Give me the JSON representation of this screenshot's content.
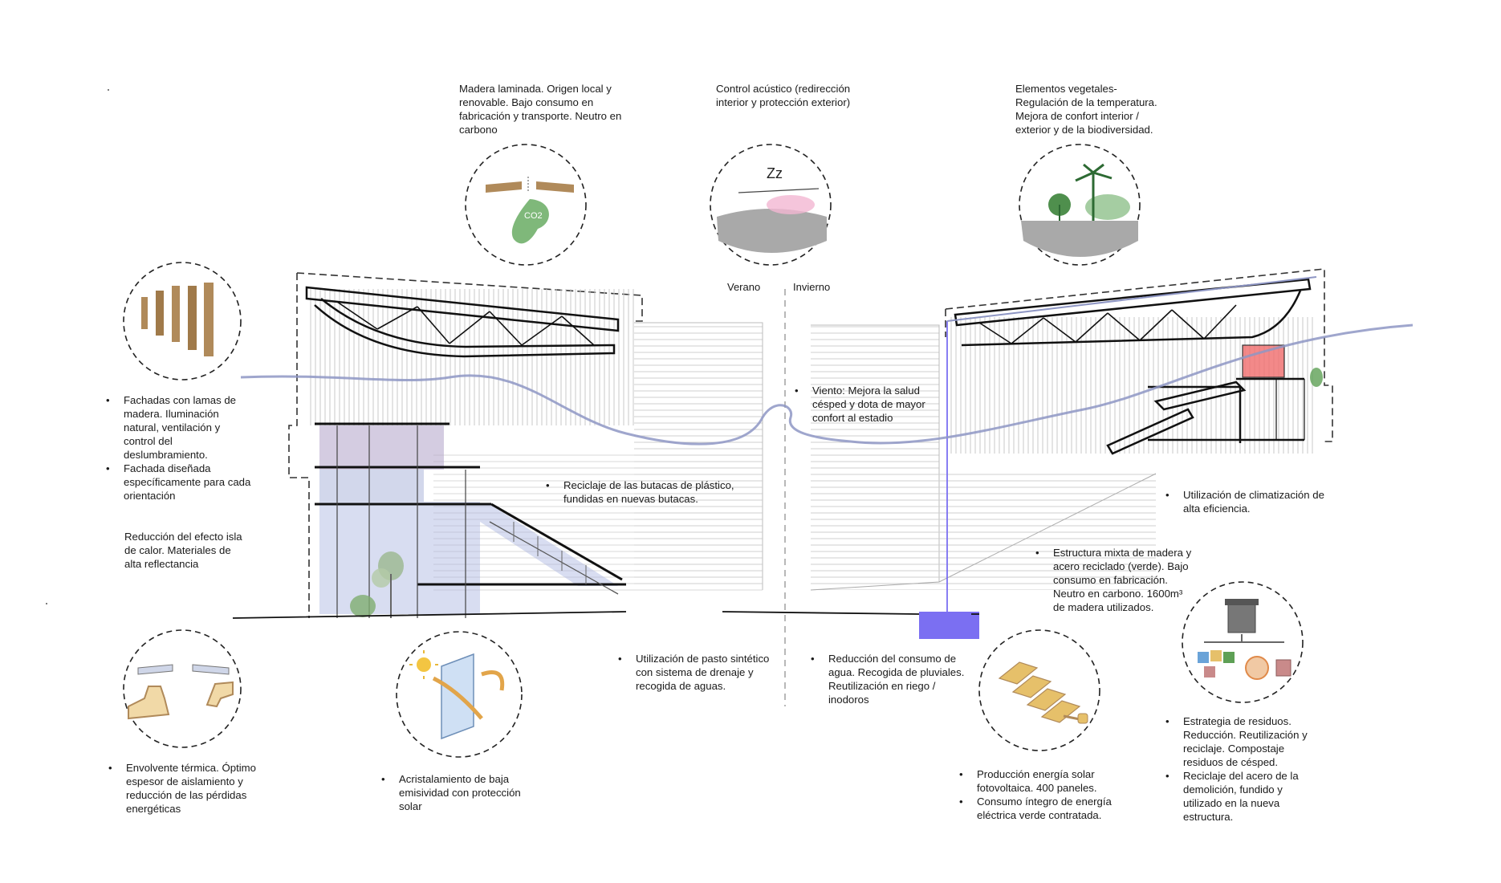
{
  "labels": {
    "summer": "Verano",
    "winter": "Invierno"
  },
  "annotations": {
    "timber": "Madera laminada. Origen local y renovable. Bajo consumo en fabricación y transporte. Neutro en carbono",
    "acoustic": "Control acústico (redirección interior y protección exterior)",
    "vegetation": "Elementos vegetales- Regulación de la temperatura. Mejora de confort interior / exterior y de la biodiversidad.",
    "facade_1": "Fachadas con lamas de madera. Iluminación natural, ventilación y control del deslumbramiento.",
    "facade_2": "Fachada diseñada específicamente para cada orientación",
    "heat_island": "Reducción del efecto isla de calor. Materiales de alta reflectancia",
    "seats": "Reciclaje de las butacas de plástico, fundidas en nuevas butacas.",
    "wind": "Viento: Mejora la salud césped y dota de mayor confort al estadio",
    "climate": "Utilización de climatización de alta eficiencia.",
    "structure": "Estructura mixta de madera y acero reciclado (verde). Bajo consumo en fabricación. Neutro en carbono. 1600m³ de madera utilizados.",
    "turf": "Utilización de pasto sintético con sistema de drenaje y recogida de aguas.",
    "water": "Reducción del consumo de agua. Recogida de pluviales. Reutilización en riego / inodoros",
    "envelope": "Envolvente térmica. Óptimo espesor de aislamiento y reducción de las pérdidas energéticas",
    "glazing": "Acristalamiento de baja emisividad con protección solar",
    "solar_1": "Producción energía solar fotovoltaica. 400 paneles.",
    "solar_2": "Consumo íntegro de energía eléctrica verde contratada.",
    "waste_1": "Estrategia de residuos. Reducción. Reutilización y reciclaje. Compostaje residuos de césped.",
    "waste_2": "Reciclaje del acero de la demolición, fundido y utilizado en la nueva estructura."
  },
  "icons": {
    "timber": "co2-footprint-icon",
    "acoustic": "sleep-zz-icon",
    "vegetation": "palm-tree-icon",
    "facade": "wood-slats-icon",
    "envelope": "insulation-profile-icon",
    "glazing": "sun-glass-icon",
    "solar": "solar-panel-plug-icon",
    "waste": "recycle-bin-icon"
  },
  "colors": {
    "wind_line": "#8e96c4",
    "water_tank": "#7b6ff2",
    "heat_red": "#f06b6b",
    "plant_green": "#5ea055",
    "wood": "#b08a5a",
    "solar_yellow": "#e6c06a"
  }
}
